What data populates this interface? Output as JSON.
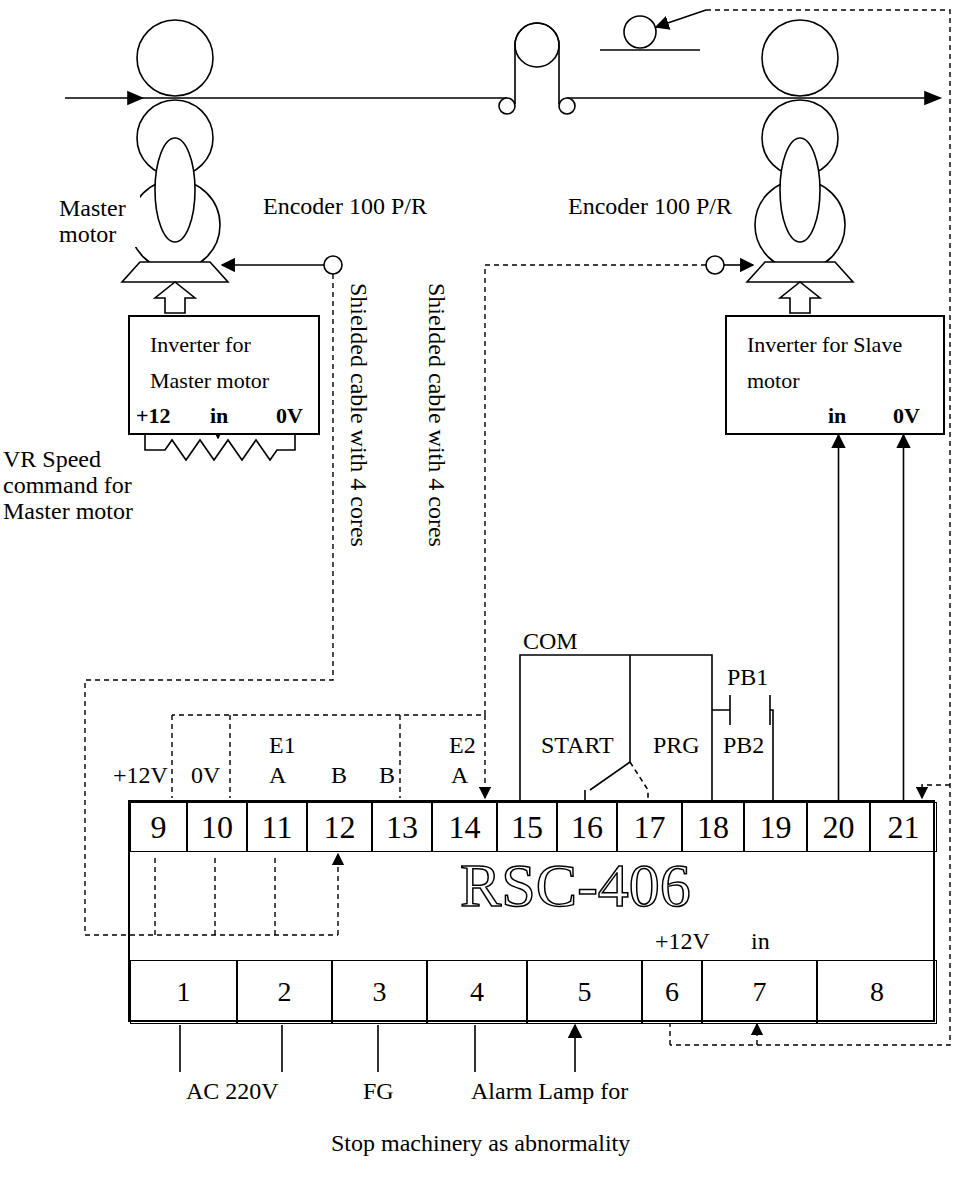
{
  "diagram": {
    "nodes": [
      {
        "text": [
          "Inverter for Master motor",
          "+12",
          "in",
          "0V"
        ]
      },
      {
        "text": [
          "Inverter for Slave motor",
          "in",
          "0V"
        ]
      },
      {
        "text": [
          "RSC-406"
        ]
      },
      {
        "text": [
          "9"
        ],
        "in": 2
      },
      {
        "text": [
          "10"
        ],
        "in": 2
      },
      {
        "text": [
          "11"
        ],
        "in": 2
      },
      {
        "text": [
          "12"
        ],
        "in": 2
      },
      {
        "text": [
          "13"
        ],
        "in": 2
      },
      {
        "text": [
          "14"
        ],
        "in": 2
      },
      {
        "text": [
          "15"
        ],
        "in": 2
      },
      {
        "text": [
          "16"
        ],
        "in": 2
      },
      {
        "text": [
          "17"
        ],
        "in": 2
      },
      {
        "text": [
          "18"
        ],
        "in": 2
      },
      {
        "text": [
          "19"
        ],
        "in": 2
      },
      {
        "text": [
          "20"
        ],
        "in": 2
      },
      {
        "text": [
          "21"
        ],
        "in": 2
      },
      {
        "text": [
          "1"
        ],
        "in": 2
      },
      {
        "text": [
          "2"
        ],
        "in": 2
      },
      {
        "text": [
          "3"
        ],
        "in": 2
      },
      {
        "text": [
          "4"
        ],
        "in": 2
      },
      {
        "text": [
          "5"
        ],
        "in": 2
      },
      {
        "text": [
          "6"
        ],
        "in": 2
      },
      {
        "text": [
          "7"
        ],
        "in": 2
      },
      {
        "text": [
          "8"
        ],
        "in": 2
      }
    ],
    "edges": [
      {
        "from": 14,
        "to": 1,
        "arrow": "to"
      },
      {
        "from": 15,
        "to": 1,
        "arrow": "to"
      }
    ],
    "labels": [
      "Master motor",
      "Encoder 100 P/R",
      "Encoder 100 P/R",
      "Shielded cable with 4 cores",
      "Shielded cable with 4 cores",
      "VR Speed command for Master motor",
      "+12V",
      "0V",
      "E1",
      "A",
      "B",
      "B",
      "E2",
      "A",
      "COM",
      "START",
      "PRG",
      "PB1",
      "PB2",
      "+12V",
      "in",
      "AC 220V",
      "FG",
      "Alarm Lamp for",
      "Stop machinery as abnormality"
    ]
  }
}
